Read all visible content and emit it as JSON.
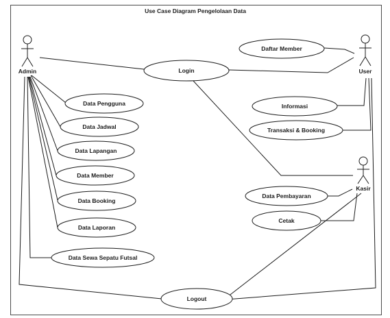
{
  "title": "Use Case Diagram Pengelolaan Data",
  "actors": [
    {
      "id": "admin",
      "name": "Admin"
    },
    {
      "id": "user",
      "name": "User"
    },
    {
      "id": "kasir",
      "name": "Kasir"
    }
  ],
  "use_cases": [
    {
      "id": "login",
      "label": "Login"
    },
    {
      "id": "daftar-member",
      "label": "Daftar Member"
    },
    {
      "id": "data-pengguna",
      "label": "Data Pengguna"
    },
    {
      "id": "data-jadwal",
      "label": "Data Jadwal"
    },
    {
      "id": "data-lapangan",
      "label": "Data Lapangan"
    },
    {
      "id": "data-member",
      "label": "Data Member"
    },
    {
      "id": "data-booking",
      "label": "Data Booking"
    },
    {
      "id": "data-laporan",
      "label": "Data Laporan"
    },
    {
      "id": "data-sewa-sepatu-futsal",
      "label": "Data Sewa Sepatu Futsal"
    },
    {
      "id": "informasi",
      "label": "Informasi"
    },
    {
      "id": "transaksi-booking",
      "label": "Transaksi & Booking"
    },
    {
      "id": "data-pembayaran",
      "label": "Data Pembayaran"
    },
    {
      "id": "cetak",
      "label": "Cetak"
    },
    {
      "id": "logout",
      "label": "Logout"
    }
  ],
  "associations": [
    {
      "actor": "admin",
      "use_case": "login"
    },
    {
      "actor": "admin",
      "use_case": "data-pengguna"
    },
    {
      "actor": "admin",
      "use_case": "data-jadwal"
    },
    {
      "actor": "admin",
      "use_case": "data-lapangan"
    },
    {
      "actor": "admin",
      "use_case": "data-member"
    },
    {
      "actor": "admin",
      "use_case": "data-booking"
    },
    {
      "actor": "admin",
      "use_case": "data-laporan"
    },
    {
      "actor": "admin",
      "use_case": "data-sewa-sepatu-futsal"
    },
    {
      "actor": "admin",
      "use_case": "logout"
    },
    {
      "actor": "user",
      "use_case": "login"
    },
    {
      "actor": "user",
      "use_case": "daftar-member"
    },
    {
      "actor": "user",
      "use_case": "informasi"
    },
    {
      "actor": "user",
      "use_case": "transaksi-booking"
    },
    {
      "actor": "user",
      "use_case": "logout"
    },
    {
      "actor": "kasir",
      "use_case": "login"
    },
    {
      "actor": "kasir",
      "use_case": "data-pembayaran"
    },
    {
      "actor": "kasir",
      "use_case": "cetak"
    },
    {
      "actor": "kasir",
      "use_case": "logout"
    }
  ]
}
